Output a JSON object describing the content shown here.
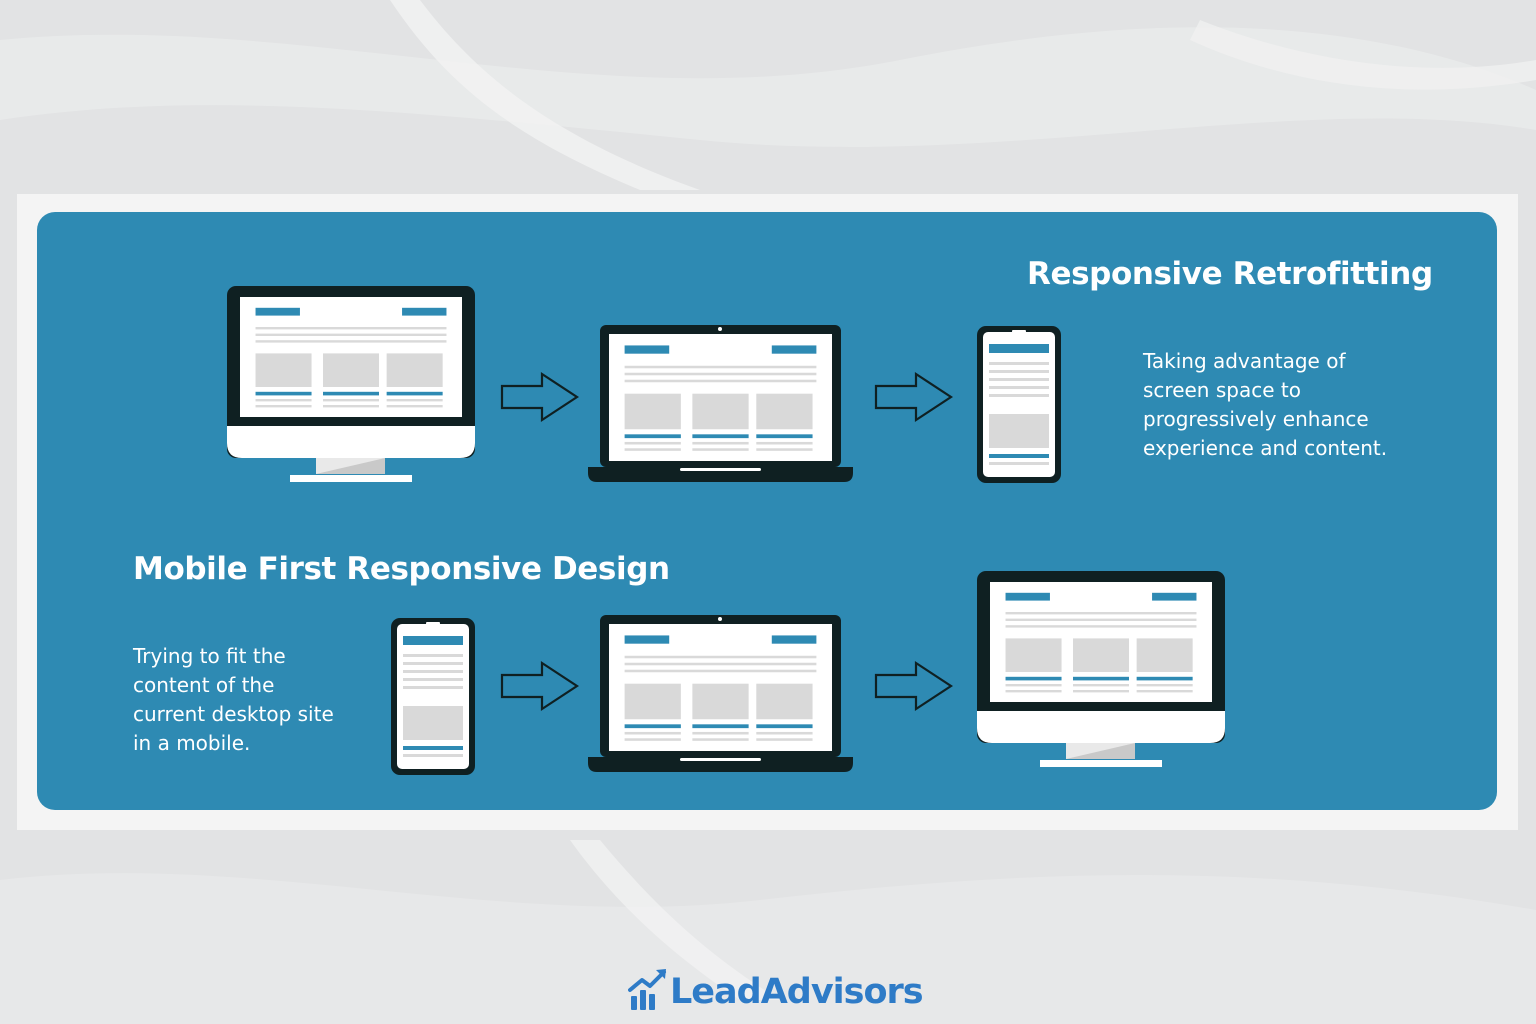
{
  "top_section": {
    "title": "Responsive Retrofitting",
    "description": "Taking advantage of\nscreen space to\nprogressively enhance\nexperience and content.",
    "flow": [
      "desktop-monitor",
      "laptop",
      "smartphone"
    ]
  },
  "bottom_section": {
    "title": "Mobile First Responsive Design",
    "description": "Trying to fit the\ncontent of the\ncurrent desktop site\nin a mobile.",
    "flow": [
      "smartphone",
      "laptop",
      "desktop-monitor"
    ]
  },
  "brand": {
    "name": "LeadAdvisors"
  },
  "colors": {
    "panel": "#2e8ab3",
    "device_frame": "#0f2022",
    "screen": "#ffffff",
    "accent": "#2e8ab3",
    "placeholder": "#d9d9d9",
    "brand": "#2e7bc7",
    "background": "#e2e3e4"
  }
}
